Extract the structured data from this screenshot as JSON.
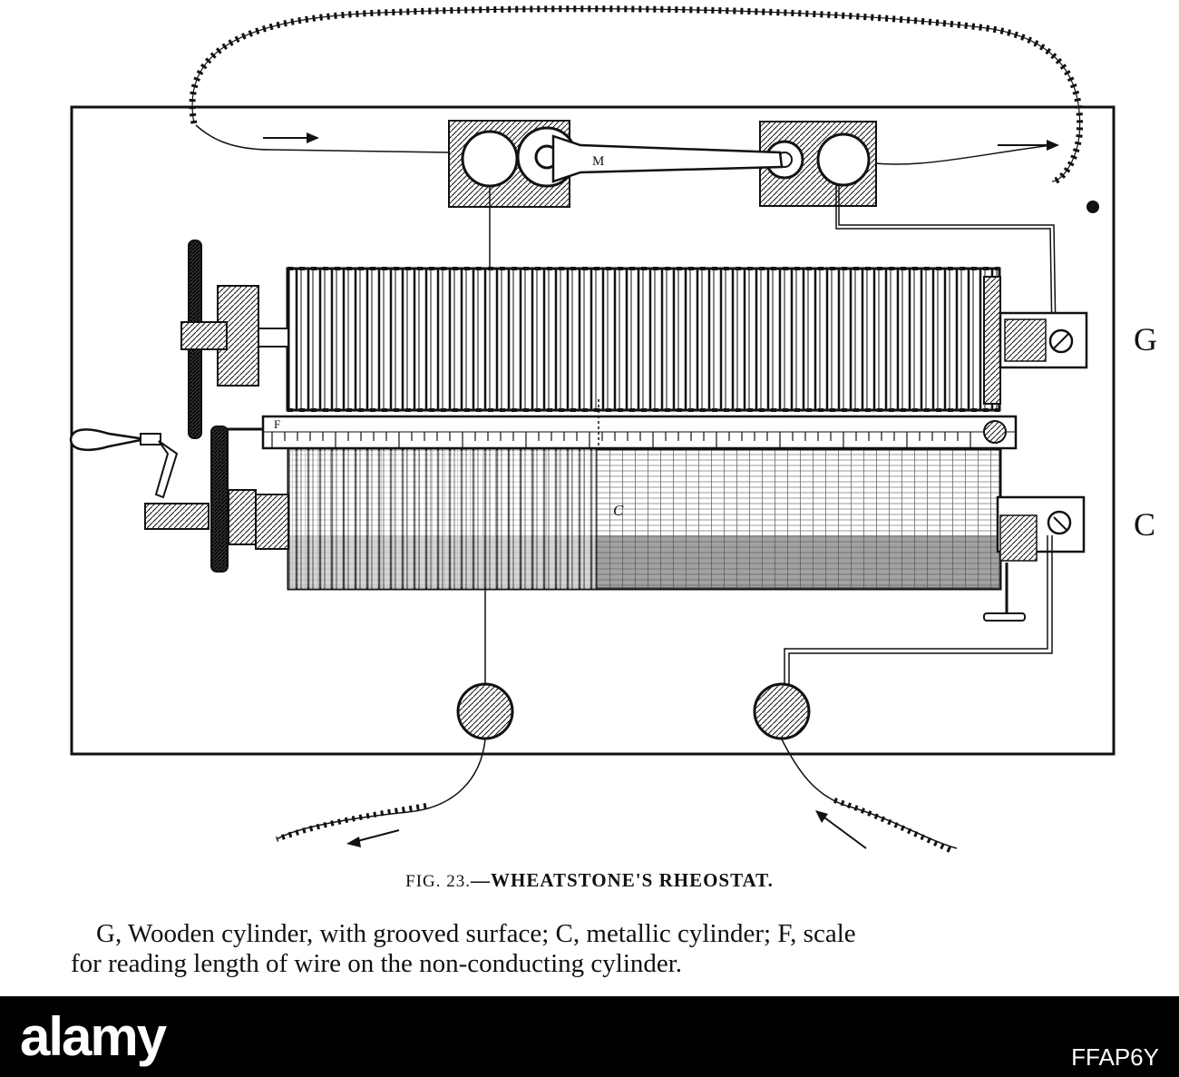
{
  "figure": {
    "labels": {
      "side_g": "G",
      "side_c": "C",
      "small_m": "M",
      "small_f": "F",
      "small_c": "C"
    }
  },
  "caption": {
    "fig": "FIG. 23.",
    "title": "—WHEATSTONE'S RHEOSTAT."
  },
  "description": {
    "line1": "G, Wooden cylinder, with grooved surface; C, metallic cylinder; F, scale",
    "line2": "for reading length of wire on the non-conducting cylinder."
  },
  "watermark": {
    "logo": "alamy",
    "code": "FFAP6Y"
  },
  "colors": {
    "ink": "#111111",
    "paper": "#ffffff",
    "bar": "#000000"
  }
}
